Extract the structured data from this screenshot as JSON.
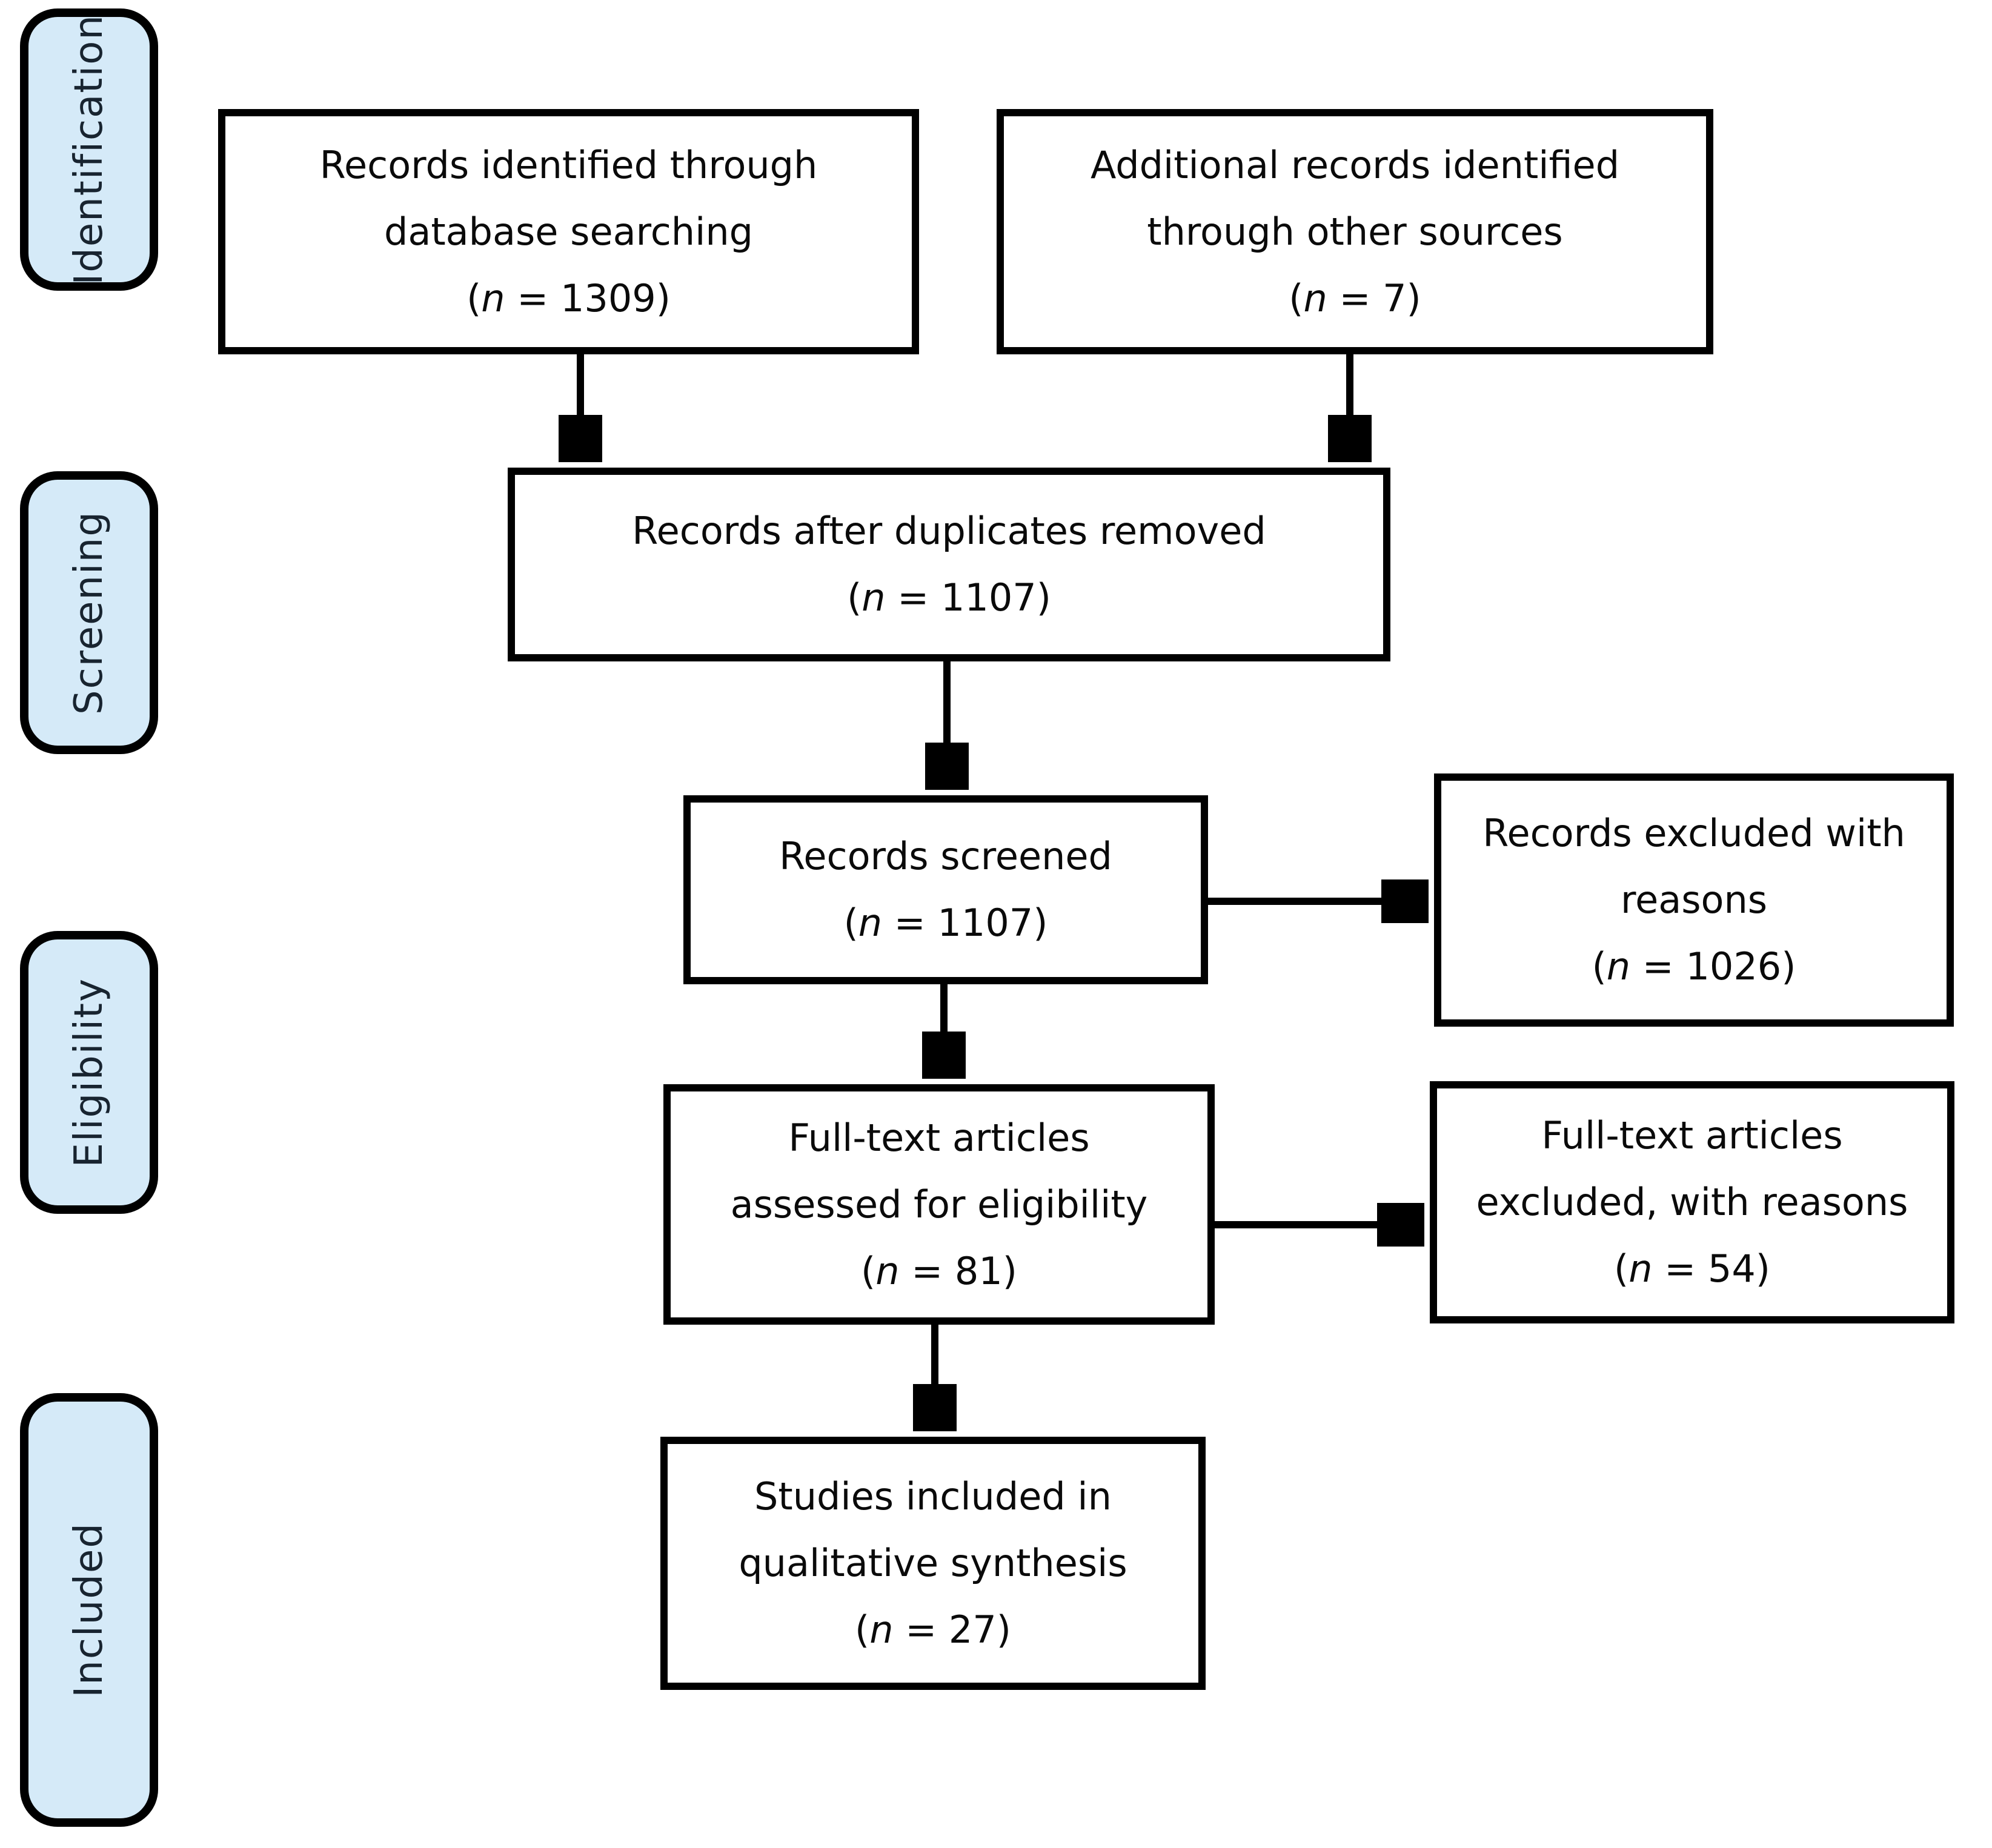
{
  "diagram_type": "prisma-flow-diagram",
  "stages": {
    "identification": "Identification",
    "screening": "Screening",
    "eligibility": "Eligibility",
    "included": "Included"
  },
  "boxes": {
    "records_identified": {
      "lines": [
        "Records identified through",
        "database searching"
      ],
      "count": "(n = 1309)"
    },
    "additional_records": {
      "lines": [
        "Additional records identified",
        "through other sources"
      ],
      "count": "(n = 7)"
    },
    "after_duplicates": {
      "lines": [
        "Records after duplicates removed"
      ],
      "count": "(n = 1107)"
    },
    "records_screened": {
      "lines": [
        "Records screened"
      ],
      "count": "(n = 1107)"
    },
    "records_excluded": {
      "lines": [
        "Records excluded with",
        "reasons"
      ],
      "count": "(n = 1026)"
    },
    "fulltext_assessed": {
      "lines": [
        "Full-text articles",
        "assessed for eligibility"
      ],
      "count": "(n = 81)"
    },
    "fulltext_excluded": {
      "lines": [
        "Full-text articles",
        "excluded, with reasons"
      ],
      "count": "(n = 54)"
    },
    "studies_included": {
      "lines": [
        "Studies included in",
        "qualitative synthesis"
      ],
      "count": "(n = 27)"
    }
  },
  "colors": {
    "stage_fill": "#d5eaf8",
    "stage_border": "#000000",
    "box_border": "#000000",
    "arrow": "#000000",
    "text": "#0a0a0a",
    "background": "#ffffff"
  }
}
